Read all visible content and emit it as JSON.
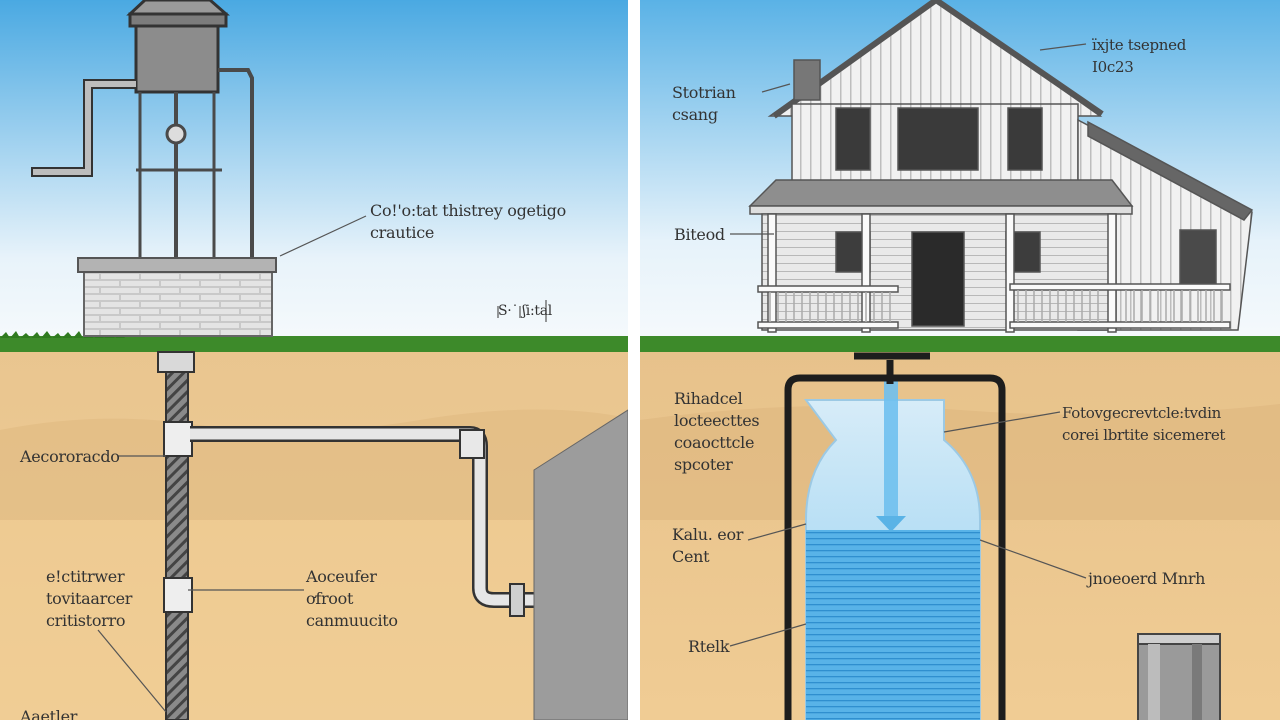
{
  "left_panel": {
    "labels": {
      "well_head": "Co!'o:tat thistrey ogetigo\ncrautice",
      "ground_mark": "S·˙ ʃi:tal",
      "casing": "Aecororacdo",
      "left_stack": "e!ctitrwer\ntovitaarcer\ncritistorro",
      "aquifer": "Aoceufer\nơfroot\ncanmuucito",
      "bottom_cut": "Aaetler"
    }
  },
  "right_panel": {
    "labels": {
      "top_right": "ı̈xjte tsepned\nI0c23",
      "left_upper": "Stotrian\ncsang",
      "porch": "Biteod",
      "mid_left": "Rihadcel\nlocteecttes\ncoaocttcle\nspcoter",
      "mid_right": "Fotovgecrevtcle:tvdin\ncorei lbrtite sicemeret",
      "water": "Kalu. eor\nCent",
      "wall_right": "jnoeoerd Mnrh",
      "rock": "Rtelk"
    }
  },
  "colors": {
    "sky_top": "#4aa9e2",
    "sky_bottom": "#f3f8fb",
    "grass": "#3d8a2a",
    "soil": "#ecc994",
    "tank_water": "#58b3e8",
    "pipe": "#1d1d1d"
  }
}
